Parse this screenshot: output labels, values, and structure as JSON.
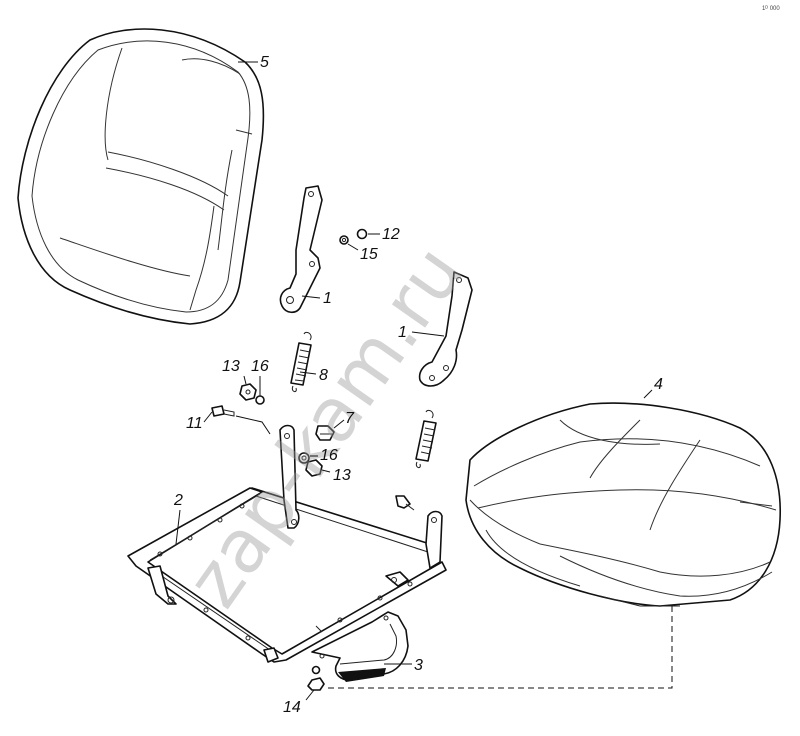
{
  "watermark": "zap-kam.ru",
  "sheet_code": "1ᴰ 000",
  "callouts": {
    "backrest": "5",
    "bracket_upper": "1",
    "bracket_right": "1",
    "bolt_top": "12",
    "washer_top": "15",
    "spring_left": "8",
    "nut_left": "13",
    "washer_left": "16",
    "bolt_left": "11",
    "pin": "7",
    "washer_mid": "16",
    "nut_mid": "13",
    "frame": "2",
    "cushion": "4",
    "handle": "3",
    "nut_bottom": "14"
  }
}
